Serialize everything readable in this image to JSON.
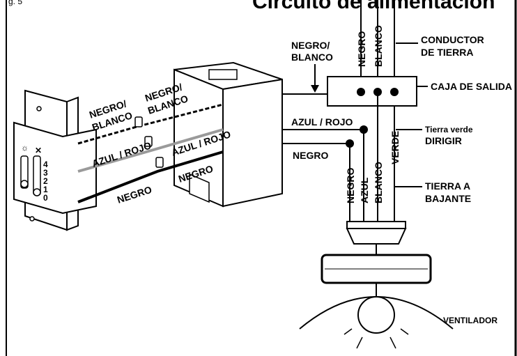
{
  "figure_label": "g. 5",
  "title": "Circuito de alimentación",
  "supply_wires": {
    "negro": "NEGRO",
    "blanco": "BLANCO"
  },
  "ground_conductor_label": "CONDUCTOR DE TIERRA",
  "outlet_box_label": "CAJA DE SALIDA",
  "outlet_wire_label": "NEGRO/ BLANCO",
  "left_wires": {
    "negro_blanco_1": "NEGRO/ BLANCO",
    "negro_blanco_2": "NEGRO/ BLANCO",
    "azul_rojo_1": "AZUL / ROJO",
    "azul_rojo_2": "AZUL / ROJO",
    "negro_1": "NEGRO",
    "negro_2": "NEGRO"
  },
  "mid_wires": {
    "azul_rojo": "AZUL / ROJO",
    "negro": "NEGRO"
  },
  "green_ground": {
    "verde": "VERDE",
    "label": "Tierra verde DIRIGIR"
  },
  "down_wires": {
    "negro": "NEGRO",
    "azul": "AZUL",
    "blanco": "BLANCO"
  },
  "downrod_ground_label": "TIERRA A BAJANTE",
  "fan_label": "VENTILADOR",
  "switch_numbers": [
    "4",
    "3",
    "2",
    "1",
    "0"
  ]
}
